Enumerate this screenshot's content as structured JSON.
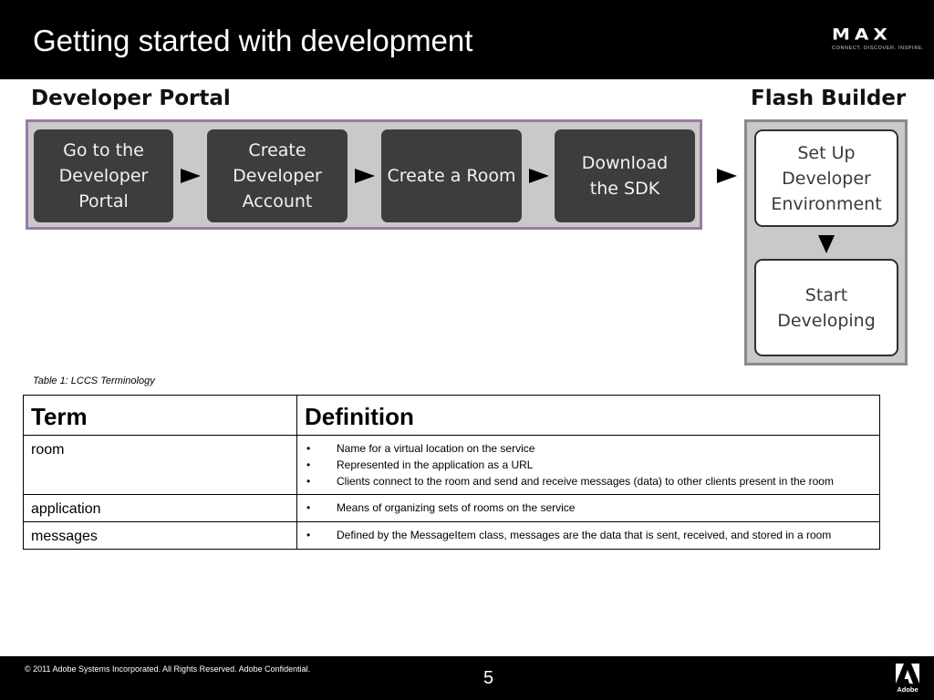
{
  "header": {
    "title": "Getting started with development",
    "logo": {
      "word": "MAX",
      "tagline": "CONNECT. DISCOVER. INSPIRE."
    }
  },
  "diagram": {
    "portal_heading": "Developer Portal",
    "builder_heading": "Flash Builder",
    "portal_steps": [
      "Go to the\nDeveloper\nPortal",
      "Create\nDeveloper\nAccount",
      "Create a Room",
      "Download\nthe SDK"
    ],
    "builder_steps": [
      "Set Up\nDeveloper\nEnvironment",
      "Start\nDeveloping"
    ]
  },
  "table": {
    "caption": "Table 1:  LCCS Terminology",
    "headers": [
      "Term",
      "Definition"
    ],
    "rows": [
      {
        "term": "room",
        "definitions": [
          "Name for a virtual location on the service",
          "Represented in the application as a URL",
          "Clients connect to the room and send and receive messages (data) to other clients present in the room"
        ]
      },
      {
        "term": "application",
        "definitions": [
          "Means of organizing sets of rooms on the service"
        ]
      },
      {
        "term": "messages",
        "definitions": [
          "Defined by the MessageItem class, messages are the data that is sent, received, and stored in a room"
        ]
      }
    ]
  },
  "footer": {
    "copyright": "© 2011 Adobe Systems Incorporated.  All Rights Reserved.  Adobe Confidential.",
    "page_number": "5",
    "brand": "Adobe"
  },
  "colors": {
    "portal_border": "#9a7aa8",
    "builder_border": "#8a8a8a",
    "step_dark": "#3d3d3d",
    "frame_fill": "#c9c9c9"
  }
}
